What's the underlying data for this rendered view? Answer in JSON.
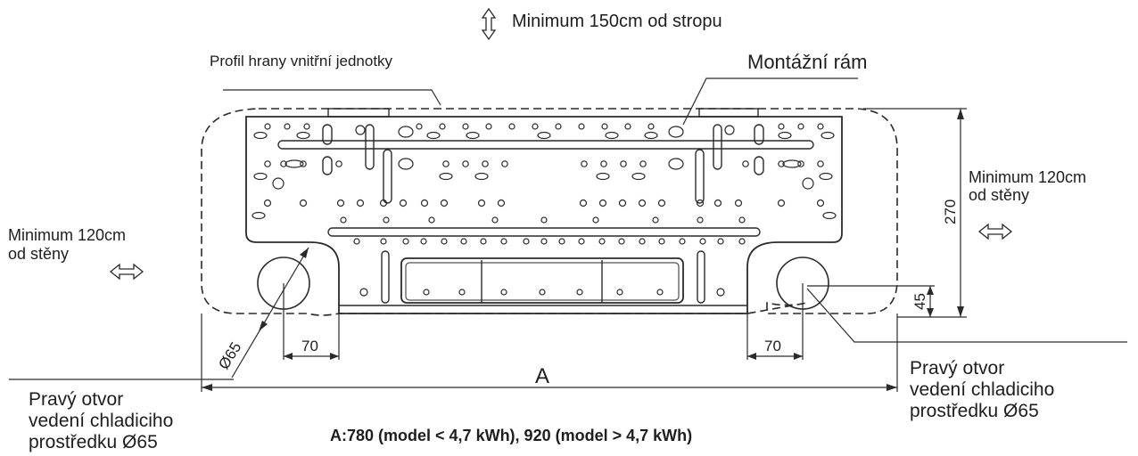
{
  "labels": {
    "top_clearance": "Minimum 150cm od stropu",
    "edge_profile": "Profil hrany vnitřní jednotky",
    "mounting_frame": "Montážní rám",
    "right_clearance_l1": "Minimum 120cm",
    "right_clearance_l2": "od stěny",
    "left_clearance_l1": "Minimum 120cm",
    "left_clearance_l2": "od stěny",
    "right_hole_l1": "Pravý otvor",
    "right_hole_l2": "vedení chladiciho",
    "right_hole_l3": "prostředku Ø65",
    "left_hole_l1": "Pravý otvor",
    "left_hole_l2": "vedení chladiciho",
    "left_hole_l3": "prostředku Ø65",
    "width_formula": "A:780 (model < 4,7 kWh), 920 (model > 4,7 kWh)"
  },
  "dimensions": {
    "height": "270",
    "hole_offset_v": "45",
    "left_hole_offset": "70",
    "right_hole_offset": "70",
    "width_symbol": "A",
    "hole_diameter": "Ø65"
  },
  "icons": {
    "vertical_arrow": "double-arrow-vertical-icon",
    "horizontal_arrow": "double-arrow-horizontal-icon"
  },
  "colors": {
    "line": "#2a2a2a",
    "text": "#1e1e1e"
  }
}
